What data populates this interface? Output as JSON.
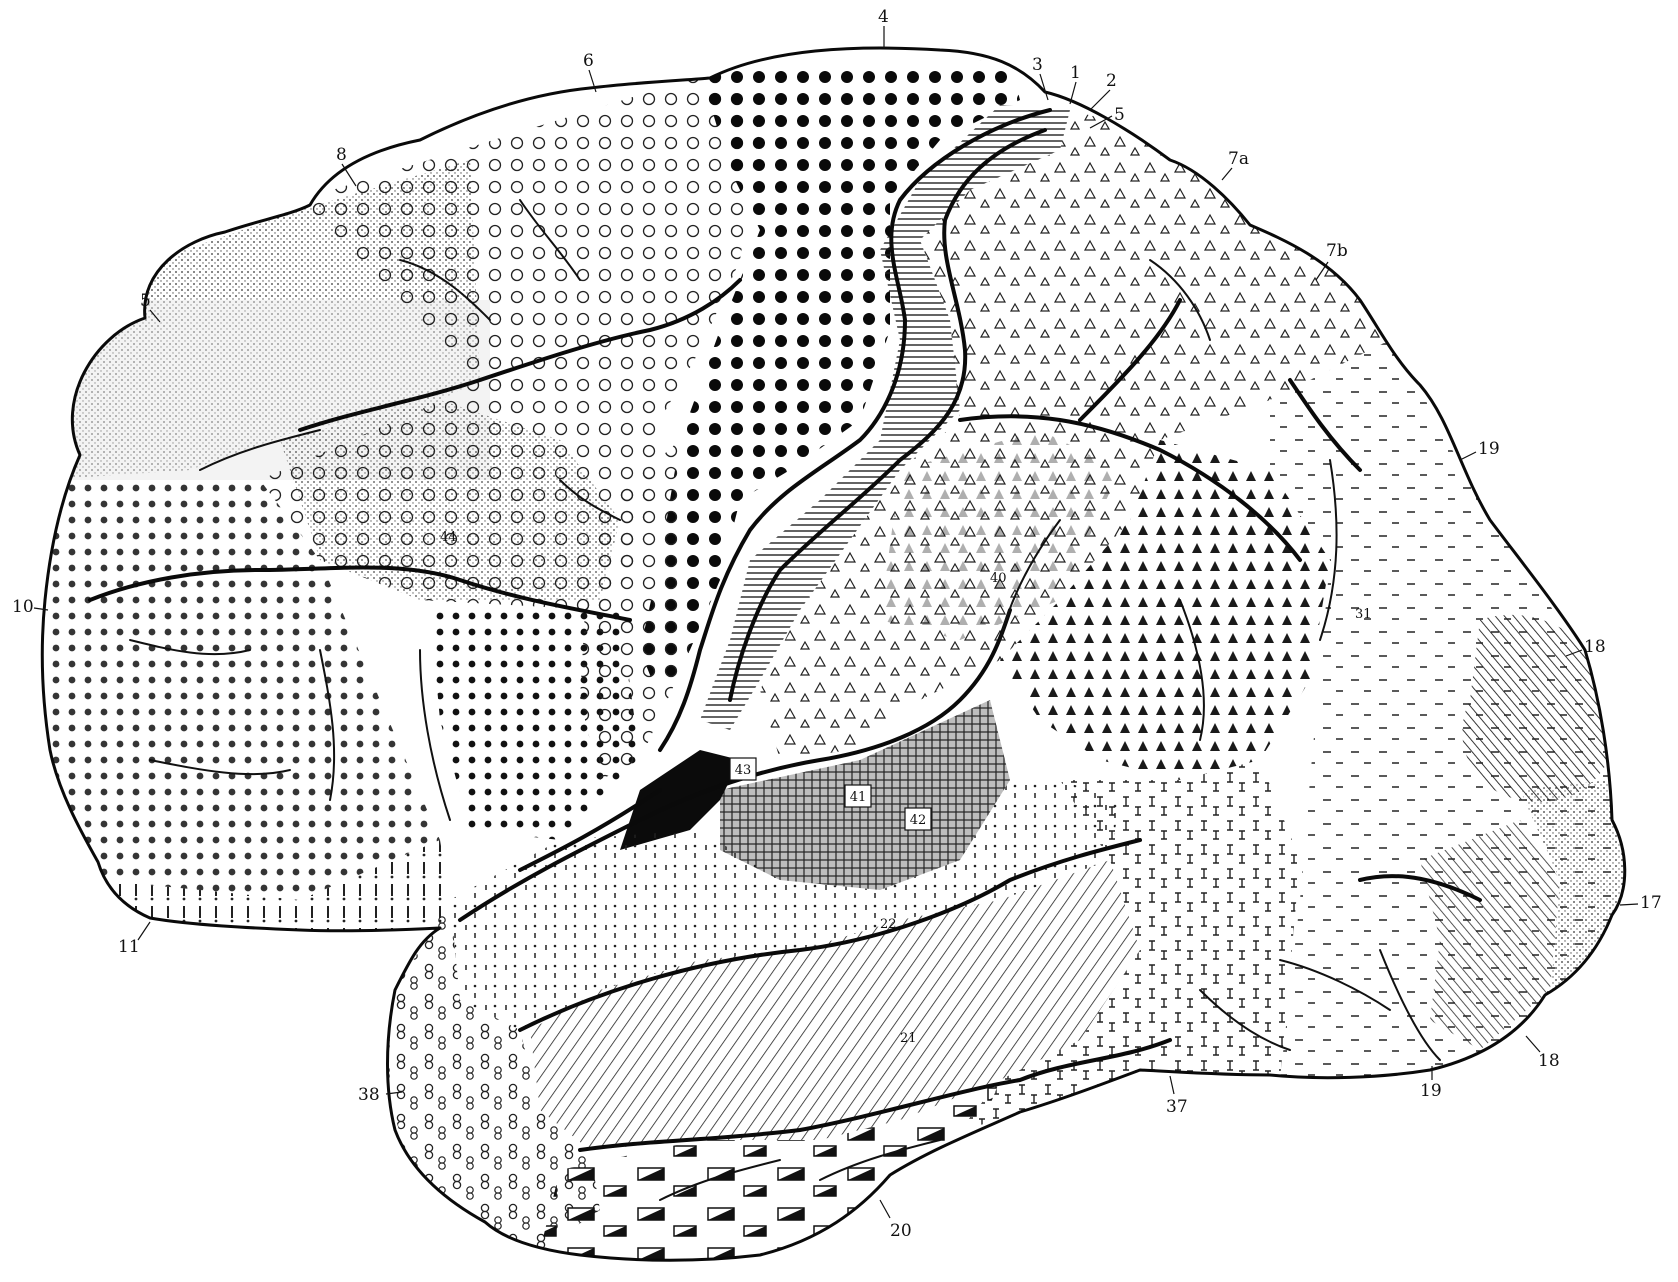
{
  "figure": {
    "areas": [
      {
        "id": "a1",
        "label": "1",
        "pattern": "vertical-lines"
      },
      {
        "id": "a2",
        "label": "2",
        "pattern": "vertical-lines"
      },
      {
        "id": "a3",
        "label": "3",
        "pattern": "horizontal-lines"
      },
      {
        "id": "a4",
        "label": "4",
        "pattern": "large-dots"
      },
      {
        "id": "a5",
        "label": "5",
        "pattern": "fine-stipple"
      },
      {
        "id": "a6",
        "label": "6",
        "pattern": "circles"
      },
      {
        "id": "a7a",
        "label": "7a",
        "pattern": "triangles"
      },
      {
        "id": "a7b",
        "label": "7b",
        "pattern": "triangles"
      },
      {
        "id": "a8",
        "label": "8",
        "pattern": "circles"
      },
      {
        "id": "a10",
        "label": "10",
        "pattern": "dense-dots"
      },
      {
        "id": "a11",
        "label": "11",
        "pattern": "bars"
      },
      {
        "id": "a17",
        "label": "17",
        "pattern": "fine-stipple"
      },
      {
        "id": "a18",
        "label": "18",
        "pattern": "diagonal-lines"
      },
      {
        "id": "a19",
        "label": "19",
        "pattern": "dashes"
      },
      {
        "id": "a20",
        "label": "20",
        "pattern": "blocks"
      },
      {
        "id": "a21",
        "label": "21",
        "pattern": "diagonal-lines"
      },
      {
        "id": "a22",
        "label": "22",
        "pattern": "small-marks"
      },
      {
        "id": "a31",
        "label": "31",
        "pattern": "dense-triangles"
      },
      {
        "id": "a37",
        "label": "37",
        "pattern": "i-marks"
      },
      {
        "id": "a38",
        "label": "38",
        "pattern": "figure-eights"
      },
      {
        "id": "a40",
        "label": "40",
        "pattern": "triangles"
      },
      {
        "id": "a41",
        "label": "41",
        "pattern": "crosshatch"
      },
      {
        "id": "a42",
        "label": "42",
        "pattern": "crosshatch"
      },
      {
        "id": "a43",
        "label": "43",
        "pattern": "black"
      },
      {
        "id": "a44",
        "label": "44",
        "pattern": "circles"
      }
    ],
    "colors": {
      "ink": "#0a0a0a",
      "paper": "#ffffff",
      "fill_tint": "#d9d9d9"
    }
  }
}
